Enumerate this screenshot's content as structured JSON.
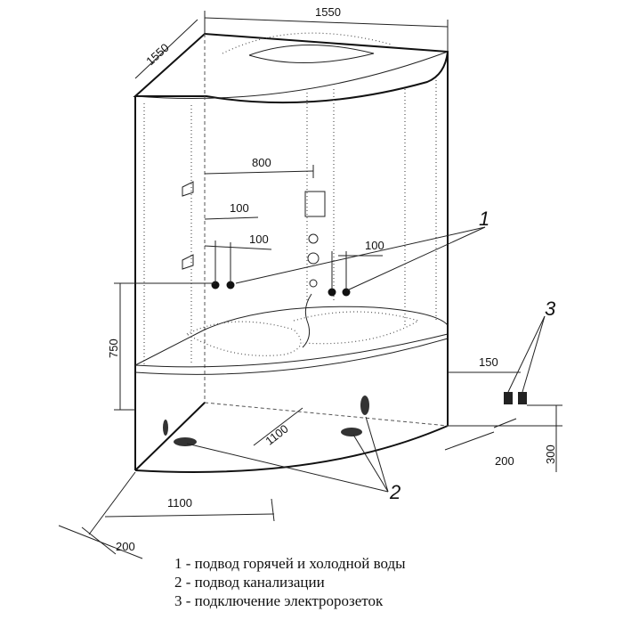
{
  "dimensions": {
    "top_width": "1550",
    "top_depth": "1550",
    "mixer_span": "800",
    "offset_left_upper": "100",
    "offset_left_lower": "100",
    "offset_right": "100",
    "height_750": "750",
    "drain_span_rear": "1100",
    "drain_span_front": "1100",
    "offset_200_left": "200",
    "offset_150": "150",
    "offset_200_right": "200",
    "height_300": "300"
  },
  "callouts": {
    "water": "1",
    "drain": "2",
    "sockets": "3"
  },
  "legend": [
    "1 - подвод горячей и холодной воды",
    "2 - подвод канализации",
    "3 - подключение электророзеток"
  ]
}
